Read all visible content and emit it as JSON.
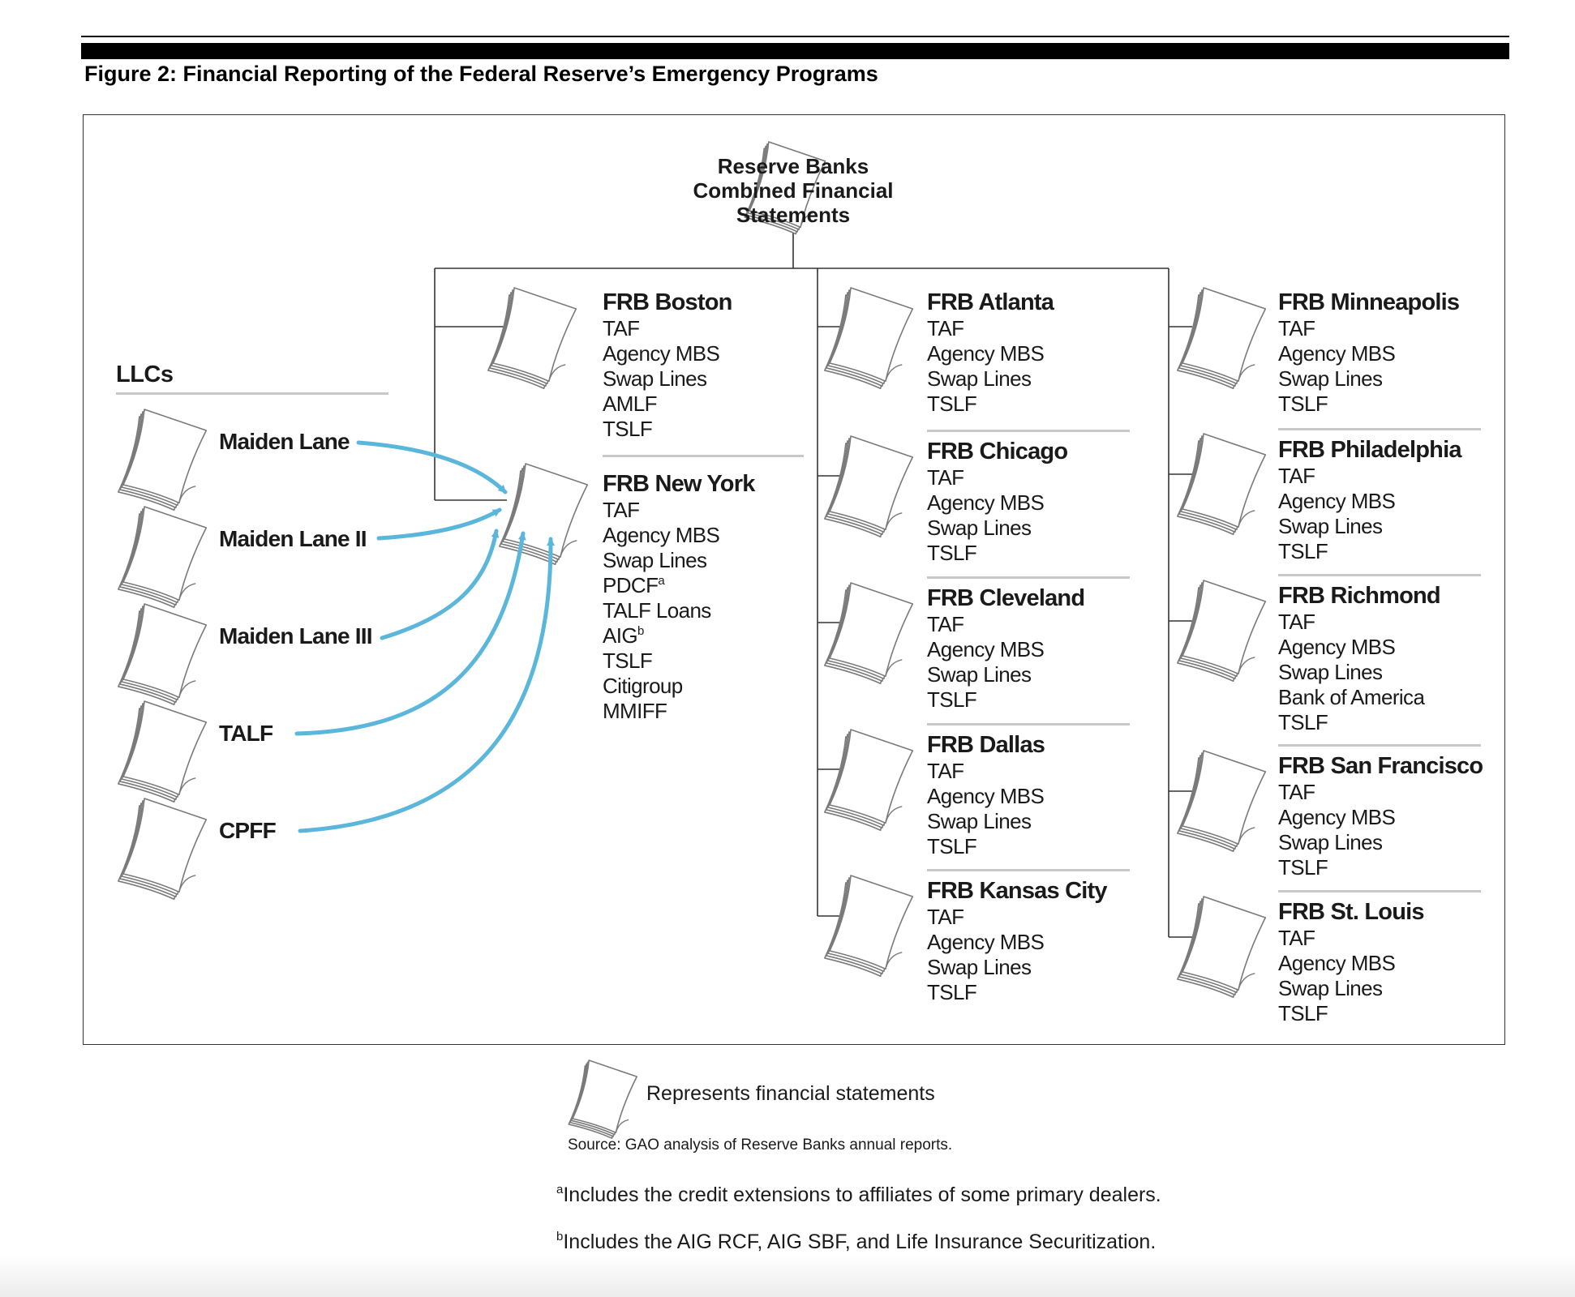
{
  "figure_title": "Figure 2: Financial Reporting of the Federal Reserve’s Emergency Programs",
  "root": {
    "title_lines": [
      "Reserve Banks",
      "Combined Financial",
      "Statements"
    ]
  },
  "llcs": {
    "heading": "LLCs",
    "items": [
      "Maiden Lane",
      "Maiden Lane II",
      "Maiden Lane III",
      "TALF",
      "CPFF"
    ]
  },
  "arrow_color": "#5bb6db",
  "banks": [
    {
      "name": "FRB Boston",
      "items": [
        {
          "t": "TAF"
        },
        {
          "t": "Agency MBS"
        },
        {
          "t": "Swap Lines"
        },
        {
          "t": "AMLF"
        },
        {
          "t": "TSLF"
        }
      ]
    },
    {
      "name": "FRB New York",
      "items": [
        {
          "t": "TAF"
        },
        {
          "t": "Agency MBS"
        },
        {
          "t": "Swap Lines"
        },
        {
          "t": "PDCF",
          "sup": "a"
        },
        {
          "t": "TALF Loans"
        },
        {
          "t": "AIG",
          "sup": "b"
        },
        {
          "t": "TSLF"
        },
        {
          "t": "Citigroup"
        },
        {
          "t": "MMIFF"
        }
      ]
    },
    {
      "name": "FRB Atlanta",
      "items": [
        {
          "t": "TAF"
        },
        {
          "t": "Agency MBS"
        },
        {
          "t": "Swap Lines"
        },
        {
          "t": "TSLF"
        }
      ]
    },
    {
      "name": "FRB Chicago",
      "items": [
        {
          "t": "TAF"
        },
        {
          "t": "Agency MBS"
        },
        {
          "t": "Swap Lines"
        },
        {
          "t": "TSLF"
        }
      ]
    },
    {
      "name": "FRB Cleveland",
      "items": [
        {
          "t": "TAF"
        },
        {
          "t": "Agency MBS"
        },
        {
          "t": "Swap Lines"
        },
        {
          "t": "TSLF"
        }
      ]
    },
    {
      "name": "FRB Dallas",
      "items": [
        {
          "t": "TAF"
        },
        {
          "t": "Agency MBS"
        },
        {
          "t": "Swap Lines"
        },
        {
          "t": "TSLF"
        }
      ]
    },
    {
      "name": "FRB Kansas City",
      "items": [
        {
          "t": "TAF"
        },
        {
          "t": "Agency MBS"
        },
        {
          "t": "Swap Lines"
        },
        {
          "t": "TSLF"
        }
      ]
    },
    {
      "name": "FRB Minneapolis",
      "items": [
        {
          "t": "TAF"
        },
        {
          "t": "Agency MBS"
        },
        {
          "t": "Swap Lines"
        },
        {
          "t": "TSLF"
        }
      ]
    },
    {
      "name": "FRB Philadelphia",
      "items": [
        {
          "t": "TAF"
        },
        {
          "t": "Agency MBS"
        },
        {
          "t": "Swap Lines"
        },
        {
          "t": "TSLF"
        }
      ]
    },
    {
      "name": "FRB Richmond",
      "items": [
        {
          "t": "TAF"
        },
        {
          "t": "Agency MBS"
        },
        {
          "t": "Swap Lines"
        },
        {
          "t": "Bank of America"
        },
        {
          "t": "TSLF"
        }
      ]
    },
    {
      "name": "FRB San Francisco",
      "items": [
        {
          "t": "TAF"
        },
        {
          "t": "Agency MBS"
        },
        {
          "t": "Swap Lines"
        },
        {
          "t": "TSLF"
        }
      ]
    },
    {
      "name": "FRB St. Louis",
      "items": [
        {
          "t": "TAF"
        },
        {
          "t": "Agency MBS"
        },
        {
          "t": "Swap Lines"
        },
        {
          "t": "TSLF"
        }
      ]
    }
  ],
  "legend": {
    "label": "Represents financial statements"
  },
  "source": "Source: GAO analysis of Reserve Banks annual reports.",
  "footnotes": [
    {
      "mark": "a",
      "text": "Includes the credit extensions to affiliates of some primary dealers."
    },
    {
      "mark": "b",
      "text": "Includes the AIG RCF, AIG SBF, and Life Insurance Securitization."
    }
  ]
}
